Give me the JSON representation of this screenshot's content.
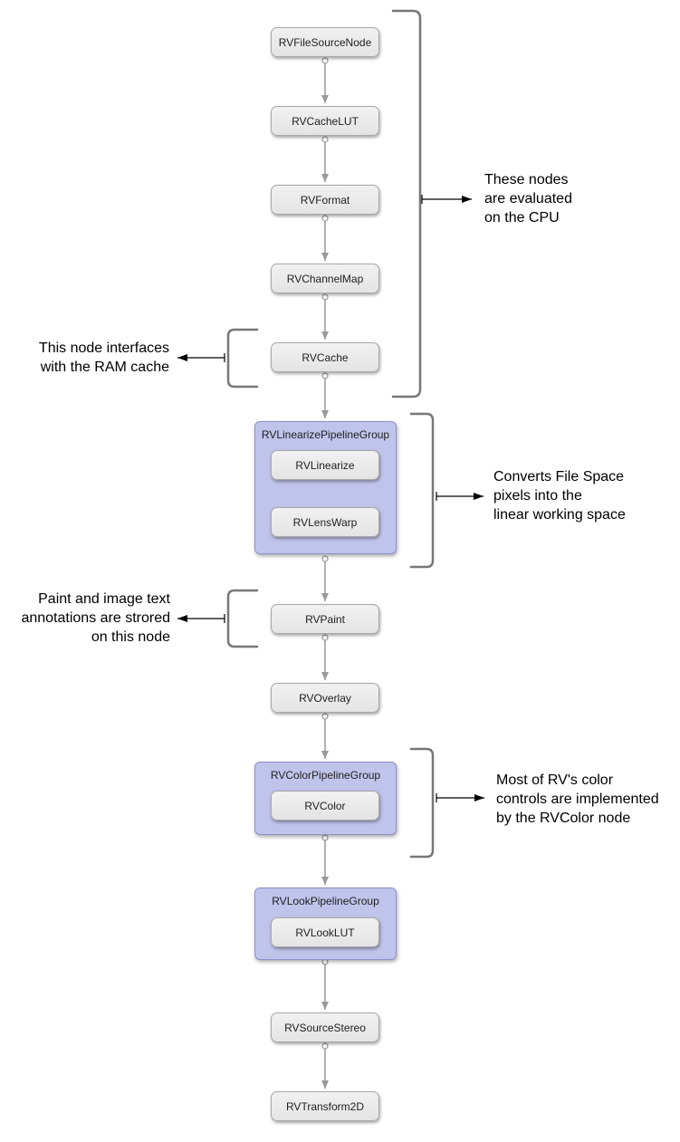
{
  "nodes": {
    "file_source": "RVFileSourceNode",
    "cache_lut": "RVCacheLUT",
    "format": "RVFormat",
    "channel_map": "RVChannelMap",
    "cache": "RVCache",
    "linearize": "RVLinearize",
    "lens_warp": "RVLensWarp",
    "paint": "RVPaint",
    "overlay": "RVOverlay",
    "color": "RVColor",
    "look_lut": "RVLookLUT",
    "source_stereo": "RVSourceStereo",
    "transform_2d": "RVTransform2D"
  },
  "groups": {
    "linearize_group": "RVLinearizePipelineGroup",
    "color_group": "RVColorPipelineGroup",
    "look_group": "RVLookPipelineGroup"
  },
  "annotations": {
    "cpu": [
      "These nodes",
      "are evaluated",
      "on the CPU"
    ],
    "ram_cache": [
      "This node interfaces",
      "with the RAM cache"
    ],
    "linear": [
      "Converts File Space",
      "pixels into the",
      "linear working space"
    ],
    "paint": [
      "Paint and image text",
      "annotations are strored",
      "on this node"
    ],
    "color": [
      "Most of RV's color",
      "controls are implemented",
      "by the RVColor node"
    ]
  },
  "colors": {
    "group_fill": "#c0c3ea",
    "node_fill": "#e8e8e8",
    "connector": "#999999",
    "bracket": "#777777"
  }
}
